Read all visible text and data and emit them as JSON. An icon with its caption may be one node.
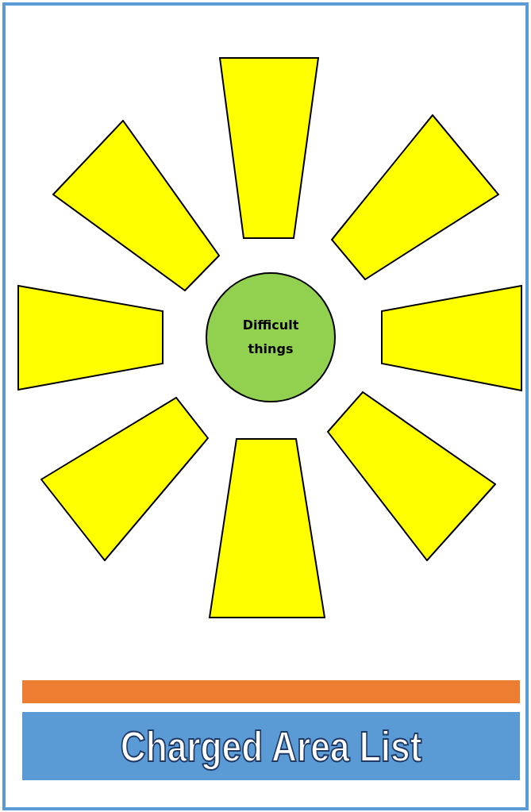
{
  "diagram": {
    "title": "Charged Area List",
    "nodes": [
      {
        "text": [],
        "shape": "trapezoid"
      },
      {
        "text": [],
        "shape": "trapezoid"
      },
      {
        "text": [],
        "shape": "trapezoid"
      },
      {
        "text": [],
        "shape": "trapezoid"
      },
      {
        "text": [
          "Difficult things"
        ]
      },
      {
        "text": [],
        "shape": "trapezoid"
      },
      {
        "text": [],
        "shape": "trapezoid"
      },
      {
        "text": [],
        "shape": "trapezoid"
      },
      {
        "text": [],
        "shape": "trapezoid"
      }
    ],
    "edges": []
  }
}
